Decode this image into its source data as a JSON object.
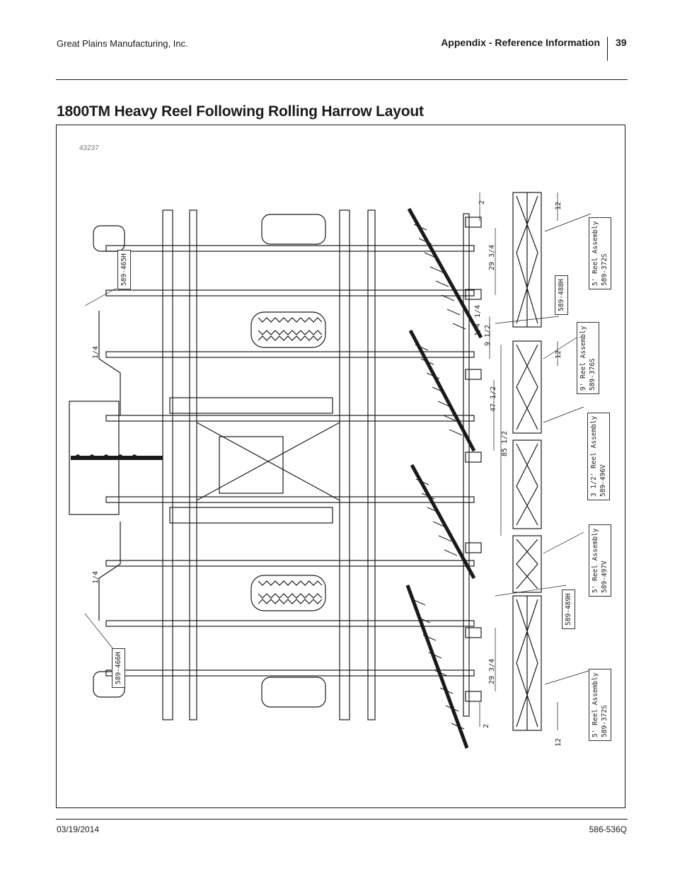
{
  "header": {
    "company": "Great Plains Manufacturing, Inc.",
    "section": "Appendix - Reference Information",
    "page_number": "39"
  },
  "title": "1800TM Heavy Reel Following Rolling Harrow Layout",
  "figure": {
    "figure_id": "43237",
    "callouts": {
      "reel_top": {
        "line1": "5' Reel Assembly",
        "line2": "589-372S"
      },
      "reel_9": {
        "line1": "9' Reel Assembly",
        "line2": "589-376S"
      },
      "reel_3half": {
        "line1": "3 1/2' Reel Assembly",
        "line2": "589-496V"
      },
      "reel_5_mid": {
        "line1": "5' Reel Assembly",
        "line2": "589-497V"
      },
      "reel_bottom": {
        "line1": "5' Reel Assembly",
        "line2": "589-372S"
      },
      "part_465h": "589-465H",
      "part_466h": "589-466H",
      "part_488h": "589-488H",
      "part_489h": "589-489H"
    },
    "dimensions": {
      "d_2_top": "2",
      "d_12_top": "12",
      "d_29_top": "29 3/4",
      "d_1_4_a": "1/4",
      "d_9_half": "9 1/2",
      "d_1_4_b": "1/4",
      "d_12_mid": "12",
      "d_47_half": "47 1/2",
      "d_85_half": "85 1/2",
      "d_1_4_left_top": "1/4",
      "d_1_4_left_bot": "1/4",
      "d_29_bot": "29 3/4",
      "d_2_bot": "2",
      "d_12_bot": "12"
    }
  },
  "footer": {
    "date": "03/19/2014",
    "doc_number": "586-536Q"
  }
}
